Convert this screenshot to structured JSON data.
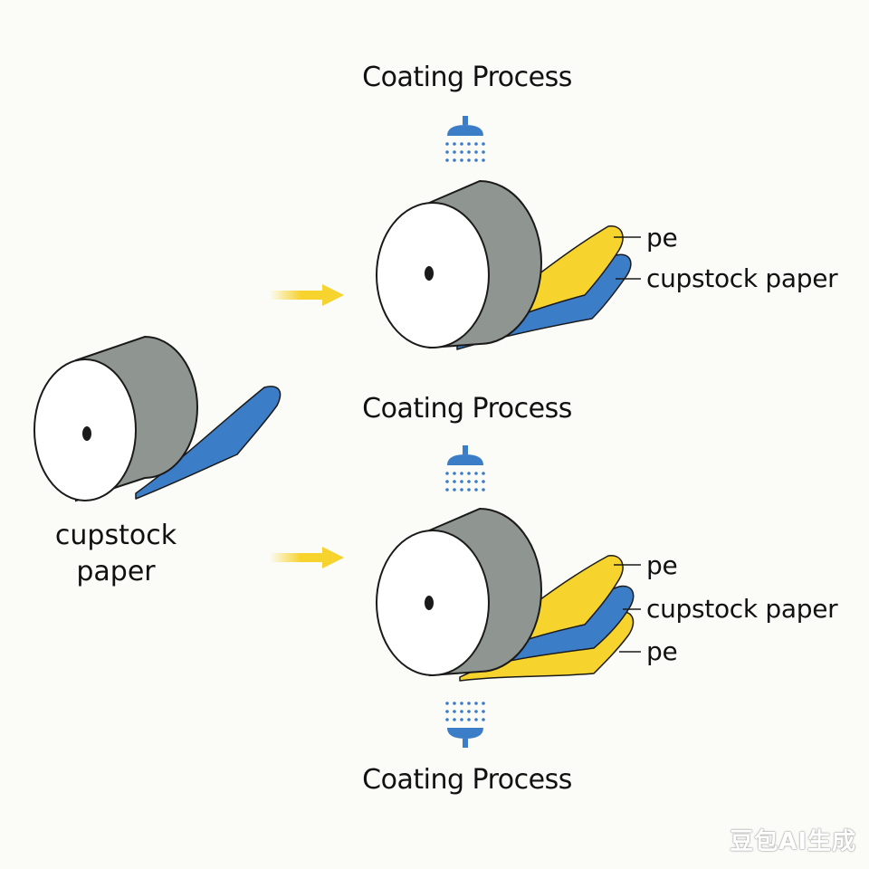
{
  "source_roll": {
    "caption_line1": "cupstock",
    "caption_line2": "paper"
  },
  "top_stage": {
    "title": "Coating Process",
    "layers": [
      "pe",
      "cupstock paper"
    ]
  },
  "bottom_stage": {
    "top_title": "Coating Process",
    "bottom_title": "Coating Process",
    "layers": [
      "pe",
      "cupstock paper",
      "pe"
    ]
  },
  "colors": {
    "pe_layer": "#f6d32d",
    "paper_layer": "#3c7dc8",
    "roll_side": "#8f9590",
    "roll_face": "#ffffff",
    "arrow": "#f6d32d",
    "shower": "#3c7dc8"
  },
  "icons": [
    "shower-head-icon",
    "arrow-right-icon"
  ],
  "watermark": "豆包AI生成"
}
